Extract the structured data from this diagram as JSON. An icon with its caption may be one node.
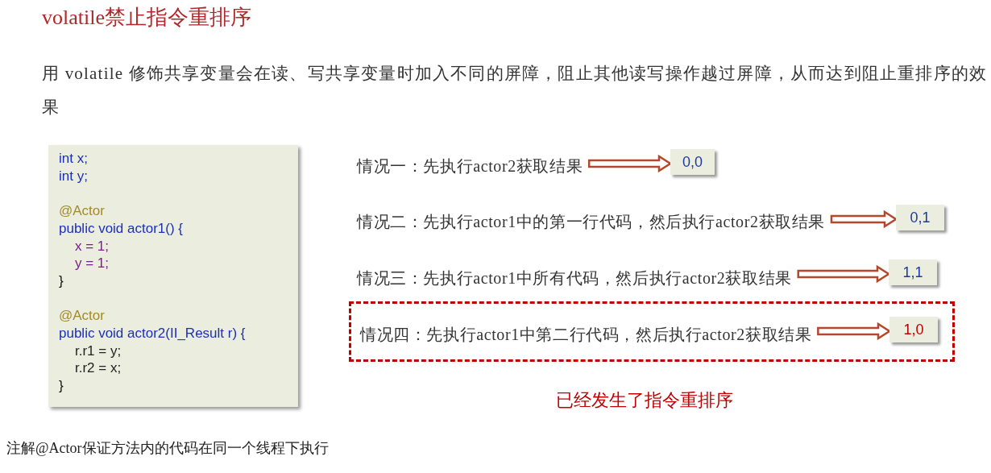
{
  "diagram": {
    "title": "volatile禁止指令重排序",
    "nodes": [
      {
        "text": [
          "int x;",
          "int y;",
          "@Actor",
          "public void actor1() {",
          "x = 1;",
          "y = 1;",
          "}",
          "@Actor",
          "public void actor2(II_Result r) {",
          "r.r1 = y;",
          "r.r2 = x;",
          "}"
        ]
      },
      {
        "text": [
          "情况一：先执行actor2获取结果"
        ]
      },
      {
        "text": [
          "0,0"
        ]
      },
      {
        "text": [
          "情况二：先执行actor1中的第一行代码，然后执行actor2获取结果"
        ]
      },
      {
        "text": [
          "0,1"
        ]
      },
      {
        "text": [
          "情况三：先执行actor1中所有代码，然后执行actor2获取结果"
        ]
      },
      {
        "text": [
          "1,1"
        ]
      },
      {
        "text": [],
        "shape": "box"
      },
      {
        "text": [
          "情况四：先执行actor1中第二行代码，然后执行actor2获取结果"
        ],
        "in": 7
      },
      {
        "text": [
          "1,0"
        ],
        "in": 7
      }
    ],
    "edges": [
      {
        "from": 1,
        "to": 2,
        "arrow": "to"
      },
      {
        "from": 3,
        "to": 4,
        "arrow": "to"
      },
      {
        "from": 5,
        "to": 6,
        "arrow": "to"
      },
      {
        "from": 8,
        "to": 9,
        "arrow": "to"
      }
    ],
    "labels": [
      "用 volatile 修饰共享变量会在读、写共享变量时加入不同的屏障，阻止其他读写操作越过屏障，从而达到阻止重排序的效果",
      "已经发生了指令重排序",
      "注解@Actor保证方法内的代码在同一个线程下执行"
    ]
  }
}
